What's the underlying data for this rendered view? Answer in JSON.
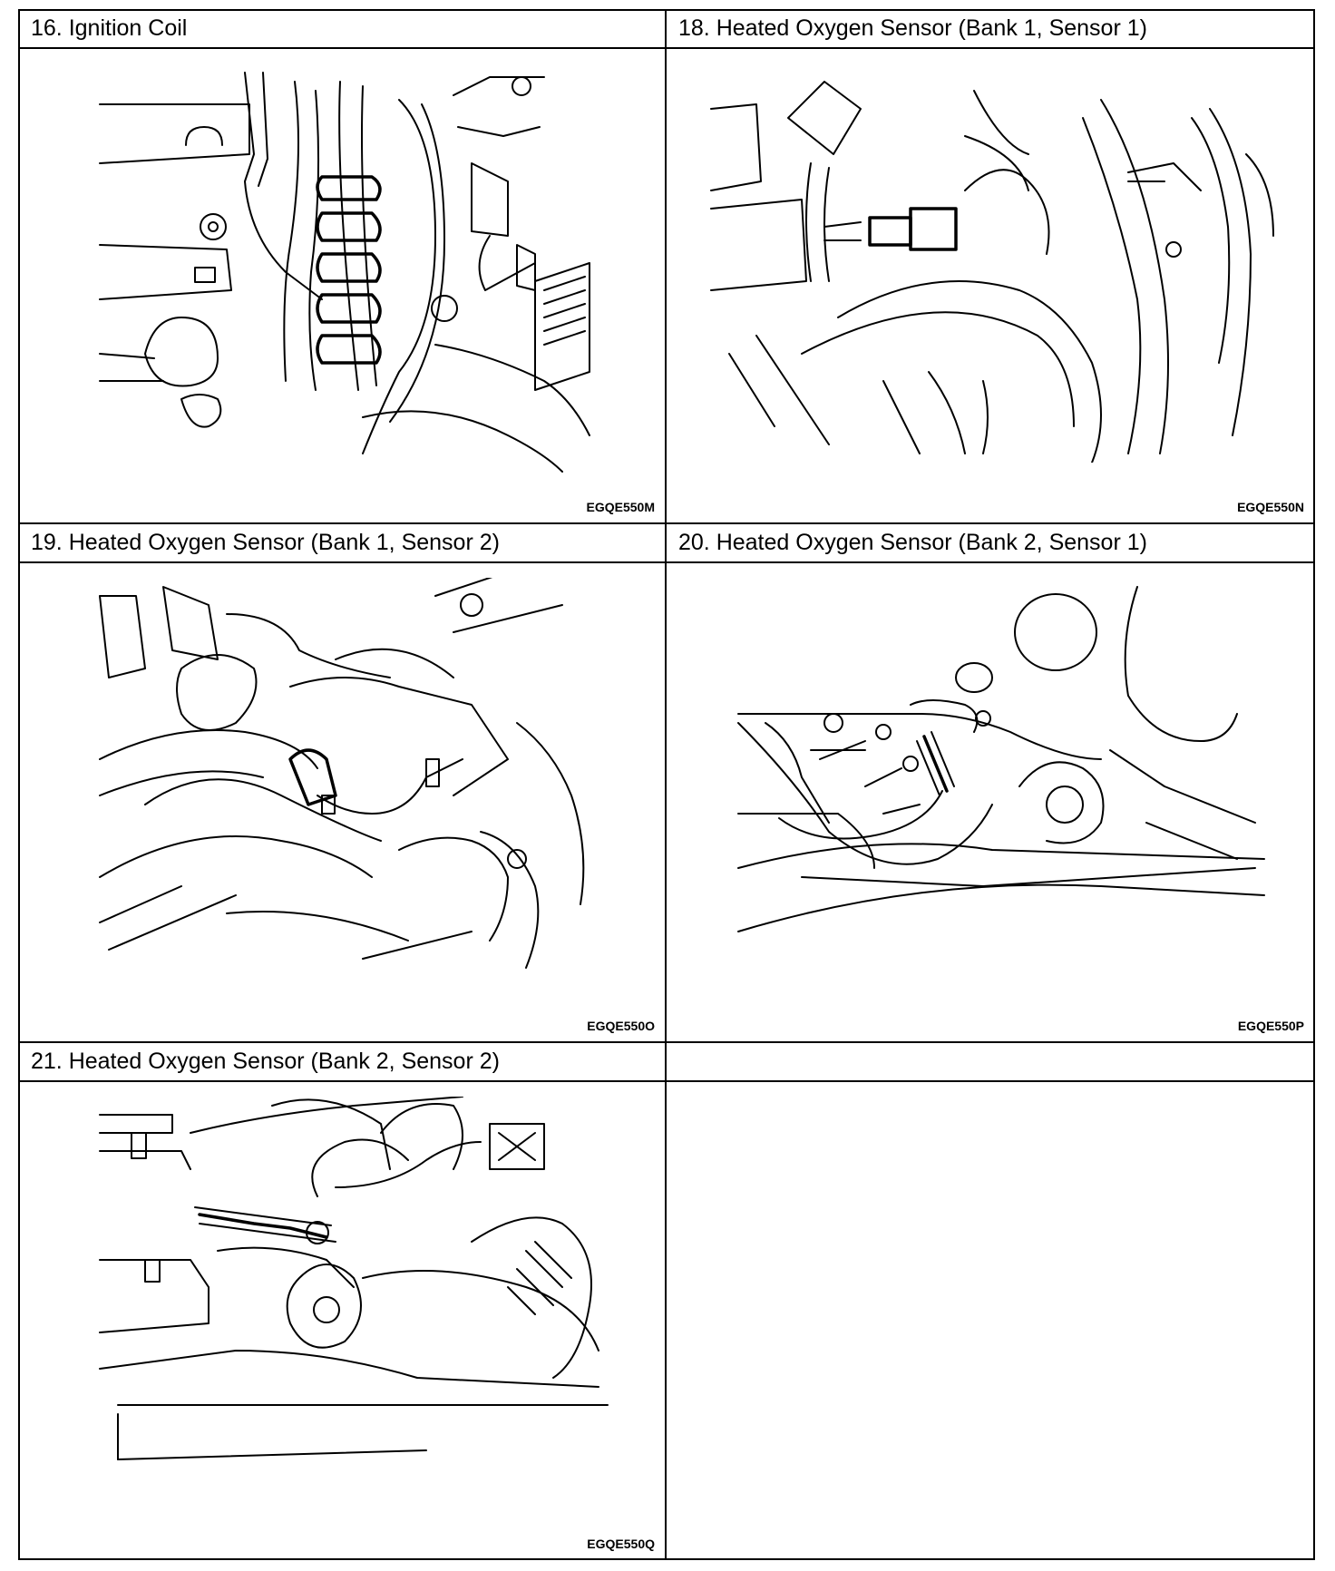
{
  "panels": [
    {
      "title": "16.  Ignition Coil",
      "code": "EGQE550M"
    },
    {
      "title": "18.  Heated Oxygen Sensor (Bank 1, Sensor 1)",
      "code": "EGQE550N"
    },
    {
      "title": "19.  Heated Oxygen Sensor (Bank 1, Sensor 2)",
      "code": "EGQE550O"
    },
    {
      "title": "20.  Heated Oxygen Sensor (Bank 2, Sensor 1)",
      "code": "EGQE550P"
    },
    {
      "title": "21.  Heated Oxygen Sensor (Bank 2, Sensor 2)",
      "code": "EGQE550Q"
    },
    {
      "title": "",
      "code": ""
    }
  ]
}
